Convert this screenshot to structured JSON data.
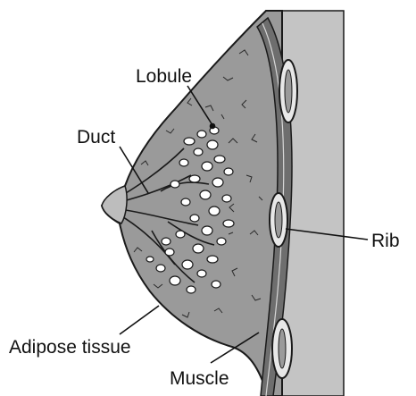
{
  "labels": {
    "lobule": "Lobule",
    "duct": "Duct",
    "rib": "Rib",
    "adipose": "Adipose tissue",
    "muscle": "Muscle"
  },
  "colors": {
    "background": "#ffffff",
    "tissue": "#9a9a9a",
    "chest_wall": "#c4c4c4",
    "muscle": "#6e6e6e",
    "rib": "#e8e8e8",
    "outline": "#1a1a1a",
    "lobule_fill": "#ffffff"
  }
}
